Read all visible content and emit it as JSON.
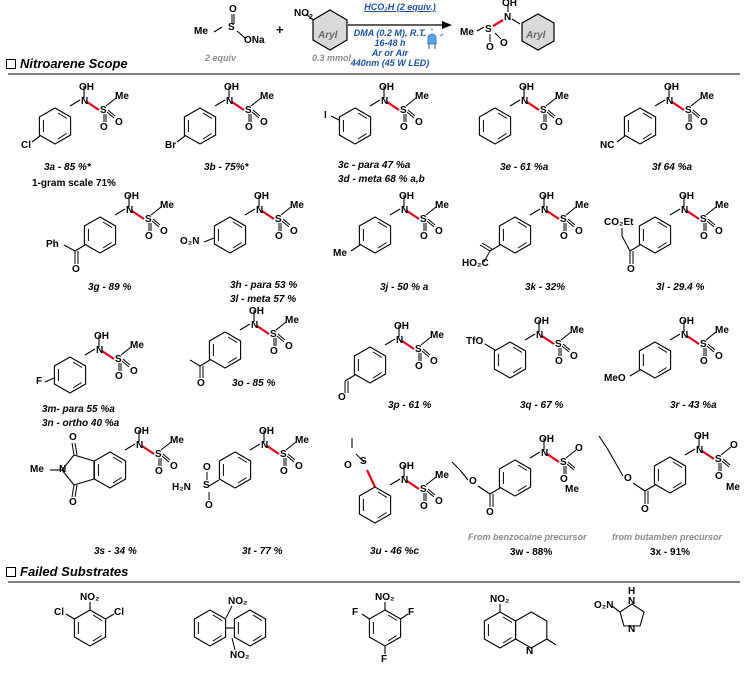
{
  "header": {
    "reagent1": {
      "left": "Me",
      "s": "S",
      "o_top": "O",
      "ona": "ONa",
      "equiv": "2 equiv"
    },
    "plus": "+",
    "reagent2": {
      "no2": "NO",
      "no2_sub": "2",
      "ring": "Aryl",
      "mmol": "0.3 mmol"
    },
    "conditions": {
      "line1": "HCO₂H (2 equiv.)",
      "line2": "DMA (0.2 M), R.T.",
      "line3": "16-48 h",
      "line4": "Ar or Air",
      "line5": "440nm (45 W LED)"
    },
    "product": {
      "me": "Me",
      "s": "S",
      "o1": "O",
      "o2": "O",
      "n": "N",
      "h": "H",
      "oh": "OH",
      "ring": "Aryl"
    }
  },
  "sections": {
    "scope_title": "Nitroarene Scope",
    "failed_title": "Failed Substrates"
  },
  "compounds": [
    {
      "id": "3a",
      "label": "3a - 85 %*",
      "label2": "1-gram scale 71%",
      "sub": "Cl"
    },
    {
      "id": "3b",
      "label": "3b - 75%*",
      "sub": "Br"
    },
    {
      "id": "3c",
      "label": "3c - para 47 %a",
      "label2": "3d - meta 68 % a,b",
      "sub": "I"
    },
    {
      "id": "3e",
      "label": "3e - 61 %a",
      "sub": ""
    },
    {
      "id": "3f",
      "label": "3f 64 %a",
      "sub": "NC"
    },
    {
      "id": "3g",
      "label": "3g - 89 %",
      "sub": "Ph"
    },
    {
      "id": "3h",
      "label": "3h - para 53 %",
      "label2": "3l - meta 57 %",
      "sub": "O₂N"
    },
    {
      "id": "3j",
      "label": "3j - 50 % a",
      "sub": "Me"
    },
    {
      "id": "3k",
      "label": "3k - 32%",
      "sub": "HO₂C"
    },
    {
      "id": "3l",
      "label": "3l - 29.4 %",
      "sub": "CO₂Et"
    },
    {
      "id": "3m",
      "label": "3m- para 55 %a",
      "label2": "3n - ortho 40 %a",
      "sub": "F"
    },
    {
      "id": "3o",
      "label": "3o - 85 %",
      "sub": ""
    },
    {
      "id": "3p",
      "label": "3p - 61 %",
      "sub": "O"
    },
    {
      "id": "3q",
      "label": "3q - 67 %",
      "sub": "TfO"
    },
    {
      "id": "3r",
      "label": "3r - 43 %a",
      "sub": "MeO"
    },
    {
      "id": "3s",
      "label": "3s - 34 %",
      "sub": "Me"
    },
    {
      "id": "3t",
      "label": "3t - 77 %",
      "sub": "H₂N"
    },
    {
      "id": "3u",
      "label": "3u - 46 %c",
      "sub": ""
    },
    {
      "id": "3w",
      "label": "3w - 88%",
      "note": "From benzocaine precursor"
    },
    {
      "id": "3x",
      "label": "3x - 91%",
      "note": "from butamben precursor"
    }
  ],
  "failed": [
    {
      "id": "f1",
      "groups": [
        "Cl",
        "NO₂",
        "Cl"
      ]
    },
    {
      "id": "f2",
      "groups": [
        "NO₂",
        "NO₂"
      ]
    },
    {
      "id": "f3",
      "groups": [
        "F",
        "NO₂",
        "F",
        "F"
      ]
    },
    {
      "id": "f4",
      "groups": [
        "NO₂",
        "N"
      ]
    },
    {
      "id": "f5",
      "groups": [
        "O₂N",
        "N",
        "H",
        "N"
      ]
    }
  ],
  "atoms": {
    "oh": "OH",
    "n": "N",
    "s": "S",
    "o": "O",
    "me": "Me",
    "h": "H"
  },
  "colors": {
    "accent_blue": "#1f4f9c",
    "bond_red": "#e0001a",
    "gray_text": "#8a8a8a"
  }
}
